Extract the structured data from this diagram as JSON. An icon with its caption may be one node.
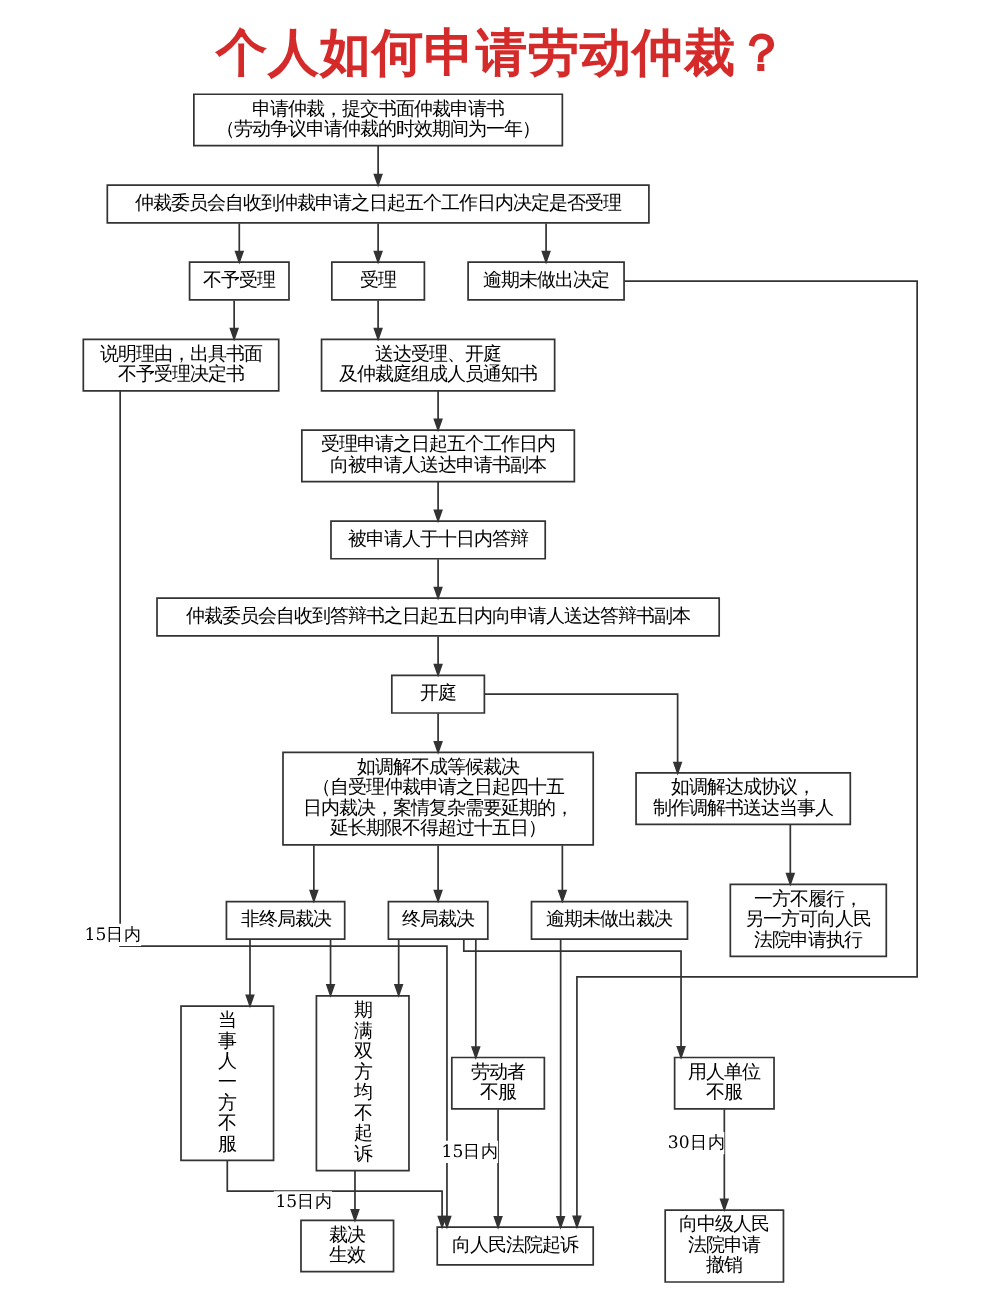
{
  "diagram": {
    "title": "个人如何申请劳动仲裁？",
    "nodes": [
      {
        "text": [
          "申请仲裁，提交书面仲裁申请书",
          "（劳动争议申请仲裁的时效期间为一年）"
        ]
      },
      {
        "text": [
          "仲裁委员会自收到仲裁申请之日起五个工作日内决定是否受理"
        ]
      },
      {
        "text": [
          "不予受理"
        ]
      },
      {
        "text": [
          "受理"
        ]
      },
      {
        "text": [
          "逾期未做出决定"
        ]
      },
      {
        "text": [
          "说明理由，出具书面不予受理决定书"
        ]
      },
      {
        "text": [
          "送达受理、开庭及仲裁庭组成人员通知书"
        ]
      },
      {
        "text": [
          "受理申请之日起五个工作日内向被申请人送达申请书副本"
        ]
      },
      {
        "text": [
          "被申请人于十日内答辩"
        ]
      },
      {
        "text": [
          "仲裁委员会自收到答辩书之日起五日内向申请人送达答辩书副本"
        ]
      },
      {
        "text": [
          "开庭"
        ]
      },
      {
        "text": [
          "如调解不成等候裁决",
          "（自受理仲裁申请之日起四十五日内裁决，案情复杂需要延期的，延长期限不得超过十五日）"
        ]
      },
      {
        "text": [
          "如调解达成协议，制作调解书送达当事人"
        ]
      },
      {
        "text": [
          "非终局裁决"
        ]
      },
      {
        "text": [
          "终局裁决"
        ]
      },
      {
        "text": [
          "逾期未做出裁决"
        ]
      },
      {
        "text": [
          "一方不履行，另一方可向人民法院申请执行"
        ]
      },
      {
        "text": [
          "当事人一方不服"
        ]
      },
      {
        "text": [
          "期满双方均不起诉"
        ]
      },
      {
        "text": [
          "劳动者不服"
        ]
      },
      {
        "text": [
          "用人单位不服"
        ]
      },
      {
        "text": [
          "裁决生效"
        ]
      },
      {
        "text": [
          "向中级人民法院申请撤销"
        ]
      },
      {
        "text": [
          "向人民法院起诉"
        ]
      }
    ],
    "edges": [
      {
        "from": 0,
        "to": 1,
        "arrow": "to"
      },
      {
        "from": 1,
        "to": 2,
        "arrow": "to"
      },
      {
        "from": 1,
        "to": 3,
        "arrow": "to"
      },
      {
        "from": 1,
        "to": 4,
        "arrow": "to"
      },
      {
        "from": 2,
        "to": 5,
        "arrow": "to"
      },
      {
        "from": 3,
        "to": 6,
        "arrow": "to"
      },
      {
        "from": 6,
        "to": 7,
        "arrow": "to"
      },
      {
        "from": 7,
        "to": 8,
        "arrow": "to"
      },
      {
        "from": 8,
        "to": 9,
        "arrow": "to"
      },
      {
        "from": 9,
        "to": 10,
        "arrow": "to"
      },
      {
        "from": 10,
        "to": 11,
        "arrow": "to"
      },
      {
        "from": 10,
        "to": 12,
        "arrow": "to"
      },
      {
        "from": 11,
        "to": 13,
        "arrow": "to"
      },
      {
        "from": 11,
        "to": 14,
        "arrow": "to"
      },
      {
        "from": 11,
        "to": 15,
        "arrow": "to"
      },
      {
        "from": 12,
        "to": 16,
        "arrow": "to"
      },
      {
        "from": 13,
        "to": 17,
        "arrow": "to"
      },
      {
        "from": 13,
        "to": 18,
        "arrow": "to"
      },
      {
        "from": 14,
        "to": 18,
        "arrow": "to"
      },
      {
        "from": 14,
        "to": 19,
        "arrow": "to"
      },
      {
        "from": 14,
        "to": 20,
        "arrow": "to"
      },
      {
        "from": 18,
        "to": 21,
        "arrow": "to"
      },
      {
        "from": 17,
        "to": 23,
        "arrow": "to",
        "label": "15日内"
      },
      {
        "from": 19,
        "to": 23,
        "arrow": "to",
        "label": "15日内"
      },
      {
        "from": 20,
        "to": 22,
        "arrow": "to",
        "label": "30日内"
      },
      {
        "from": 5,
        "to": 23,
        "arrow": "to",
        "label": "15日内"
      },
      {
        "from": 15,
        "to": 23,
        "arrow": "to"
      },
      {
        "from": 4,
        "to": 23,
        "arrow": "to"
      }
    ]
  }
}
